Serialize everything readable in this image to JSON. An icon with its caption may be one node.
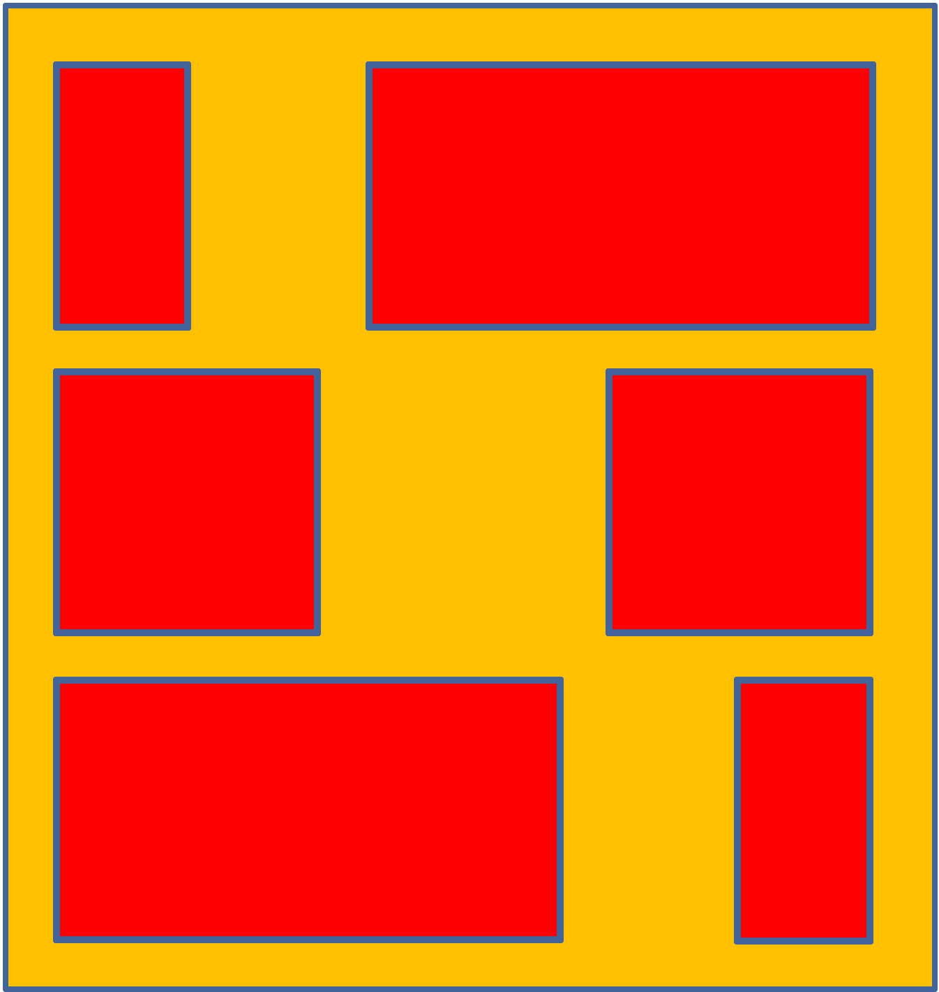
{
  "diagram": {
    "nodes": [
      {
        "text": [],
        "shape": "box"
      },
      {
        "text": [],
        "shape": "box",
        "in": 0
      },
      {
        "text": [],
        "shape": "box",
        "in": 0
      },
      {
        "text": [],
        "shape": "box",
        "in": 0
      },
      {
        "text": [],
        "shape": "box",
        "in": 0
      },
      {
        "text": [],
        "shape": "box",
        "in": 0
      },
      {
        "text": [],
        "shape": "box",
        "in": 0
      }
    ]
  }
}
